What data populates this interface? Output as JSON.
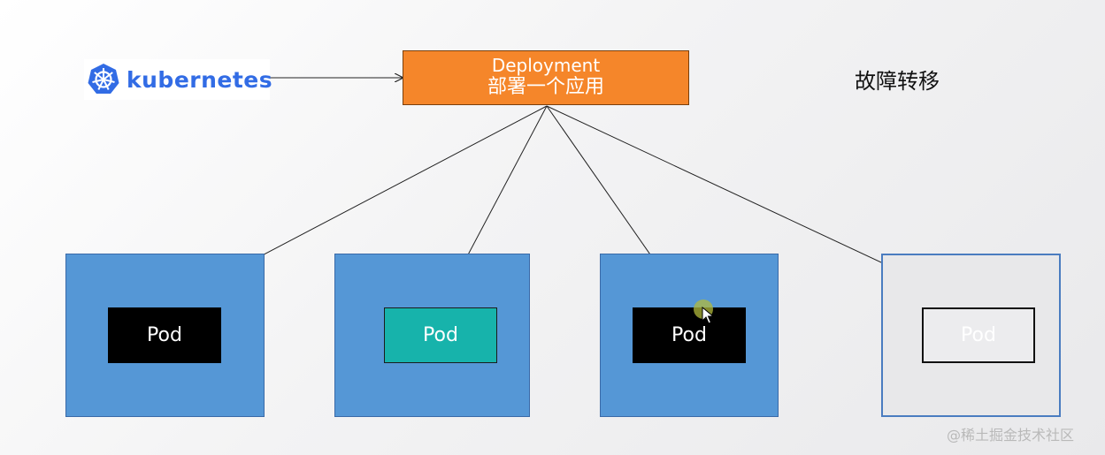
{
  "logo": {
    "text": "kubernetes",
    "icon": "kubernetes-helm-wheel-icon",
    "color": "#326ce5"
  },
  "deployment": {
    "title": "Deployment",
    "subtitle": "部署一个应用",
    "color": "#f5862a"
  },
  "heading": "故障转移",
  "nodes": [
    {
      "pod_label": "Pod",
      "node_color": "#5597d6",
      "pod_color": "#000000"
    },
    {
      "pod_label": "Pod",
      "node_color": "#5597d6",
      "pod_color": "#17b3ab"
    },
    {
      "pod_label": "Pod",
      "node_color": "#5597d6",
      "pod_color": "#000000"
    },
    {
      "pod_label": "Pod",
      "node_color": "#e8e8ea",
      "pod_color": "#ececee"
    }
  ],
  "watermark": "@稀土掘金技术社区"
}
